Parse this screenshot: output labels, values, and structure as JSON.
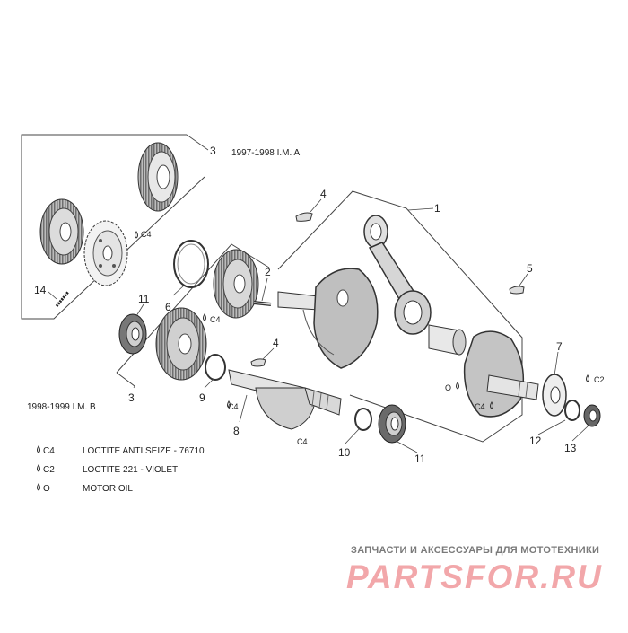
{
  "diagram": {
    "callouts": [
      {
        "id": "c1",
        "label": "1"
      },
      {
        "id": "c2",
        "label": "2"
      },
      {
        "id": "c3a",
        "label": "3"
      },
      {
        "id": "c3b",
        "label": "3"
      },
      {
        "id": "c4a",
        "label": "4"
      },
      {
        "id": "c4b",
        "label": "4"
      },
      {
        "id": "c5",
        "label": "5"
      },
      {
        "id": "c6",
        "label": "6"
      },
      {
        "id": "c7",
        "label": "7"
      },
      {
        "id": "c8",
        "label": "8"
      },
      {
        "id": "c9",
        "label": "9"
      },
      {
        "id": "c10",
        "label": "10"
      },
      {
        "id": "c11a",
        "label": "11"
      },
      {
        "id": "c11b",
        "label": "11"
      },
      {
        "id": "c12",
        "label": "12"
      },
      {
        "id": "c13",
        "label": "13"
      },
      {
        "id": "c14",
        "label": "14"
      }
    ],
    "version_labels": {
      "a": "1997-1998 I.M. A",
      "b": "1998-1999 I.M. B"
    },
    "drop_tags": {
      "c4": "C4",
      "c2": "C2",
      "o": "O"
    }
  },
  "legend": [
    {
      "code": "C4",
      "text": "LOCTITE ANTI SEIZE - 76710"
    },
    {
      "code": "C2",
      "text": "LOCTITE 221 - VIOLET"
    },
    {
      "code": "O",
      "text": "MOTOR OIL"
    }
  ],
  "watermark": {
    "subtitle": "ЗАПЧАСТИ И АКСЕССУАРЫ ДЛЯ МОТОТЕХНИКИ",
    "logo_text": "PARTSFOR.RU"
  }
}
